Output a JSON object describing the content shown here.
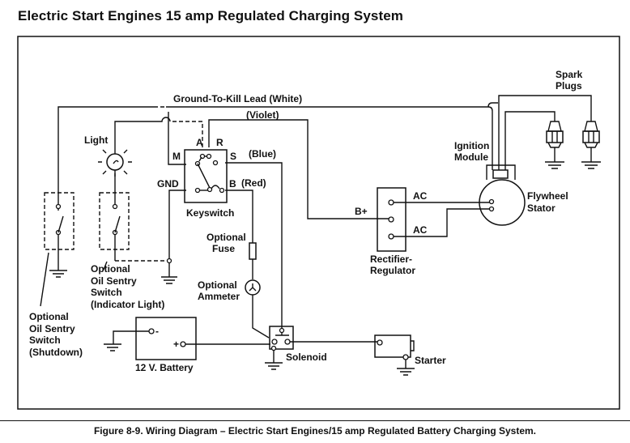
{
  "title": "Electric Start Engines 15 amp Regulated Charging System",
  "caption": "Figure 8-9.  Wiring Diagram – Electric Start Engines/15 amp Regulated Battery Charging System.",
  "labels": {
    "ground_to_kill": "Ground-To-Kill Lead  (White)",
    "violet": "(Violet)",
    "spark_plugs_1": "Spark",
    "spark_plugs_2": "Plugs",
    "light": "Light",
    "ks_a": "A",
    "ks_r": "R",
    "ks_m": "M",
    "ks_s": "S",
    "blue": "(Blue)",
    "gnd": "GND",
    "ks_b": "B",
    "red": "(Red)",
    "keyswitch": "Keyswitch",
    "ignition_1": "Ignition",
    "ignition_2": "Module",
    "flywheel_1": "Flywheel",
    "flywheel_2": "Stator",
    "ac_top": "AC",
    "ac_bottom": "AC",
    "b_plus": "B+",
    "rectifier_1": "Rectifier-",
    "rectifier_2": "Regulator",
    "opt_fuse_1": "Optional",
    "opt_fuse_2": "Fuse",
    "opt_ammeter_1": "Optional",
    "opt_ammeter_2": "Ammeter",
    "oil_ind_1": "Optional",
    "oil_ind_2": "Oil Sentry",
    "oil_ind_3": "Switch",
    "oil_ind_4": "(Indicator Light)",
    "oil_shut_1": "Optional",
    "oil_shut_2": "Oil Sentry",
    "oil_shut_3": "Switch",
    "oil_shut_4": "(Shutdown)",
    "battery": "12 V. Battery",
    "batt_minus": "-",
    "batt_plus": "+",
    "solenoid": "Solenoid",
    "starter": "Starter"
  }
}
